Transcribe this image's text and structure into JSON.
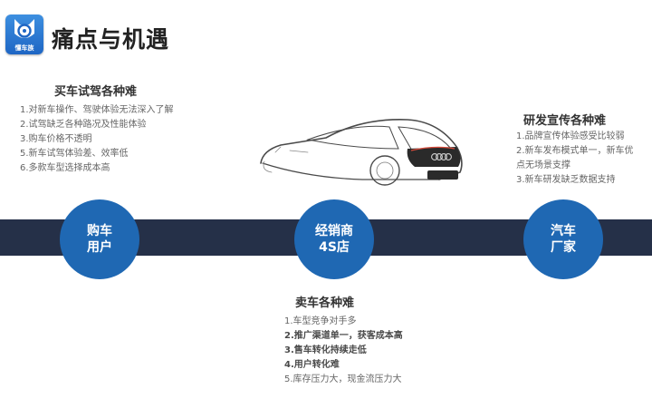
{
  "header": {
    "logo_text": "懂车族",
    "title": "痛点与机遇"
  },
  "buyer": {
    "title": "买车试驾各种难",
    "items": [
      "1.对新车操作、驾驶体验无法深入了解",
      "2.试驾缺乏各种路况及性能体验",
      "3.购车价格不透明",
      "5.新车试驾体验差、效率低",
      "6.多款车型选择成本高"
    ],
    "node_line1": "购车",
    "node_line2": "用户"
  },
  "dealer": {
    "title": "卖车各种难",
    "items": [
      "1.车型竞争对手多",
      "2.推广渠道单一，获客成本高",
      "3.售车转化持续走低",
      "4.用户转化难",
      "5.库存压力大，现金流压力大"
    ],
    "node_line1": "经销商",
    "node_line2": "4S店"
  },
  "maker": {
    "title": "研发宣传各种难",
    "items": [
      "1.品牌宣传体验感受比较弱",
      "2.新车发布模式单一，新车优",
      "点无场景支撑",
      "3.新车研发缺乏数据支持"
    ],
    "node_line1": "汽车",
    "node_line2": "厂家"
  },
  "colors": {
    "band": "#253048",
    "node": "#1f68b3",
    "logo": "#2a77d0"
  },
  "icons": {
    "logo": "cat-face-icon",
    "car": "car-sketch-image"
  }
}
